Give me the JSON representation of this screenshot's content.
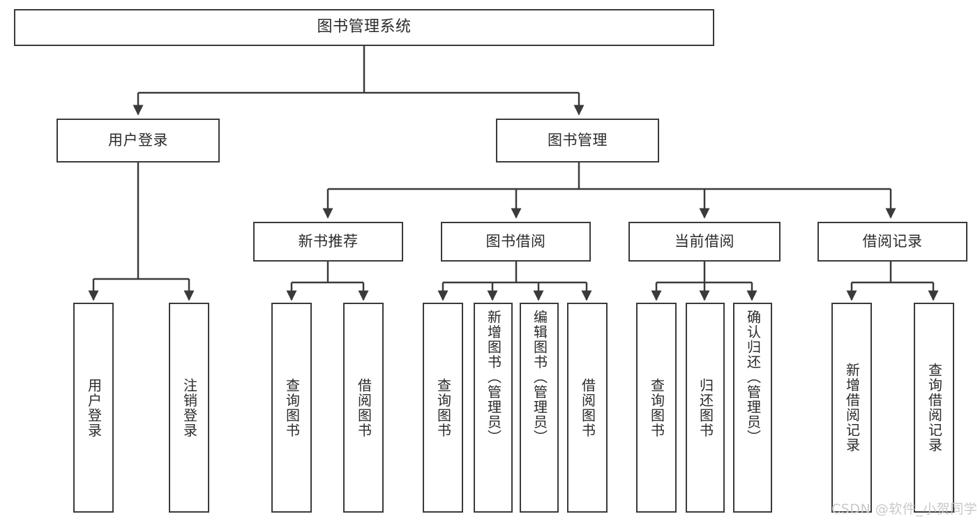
{
  "diagram": {
    "title": "图书管理系统 功能结构图",
    "type": "tree-hierarchy",
    "stroke_color": "#3a3a3a",
    "text_color": "#2b2b2b",
    "background_color": "#ffffff",
    "watermark_color": "#c9c9c9"
  },
  "root": {
    "label": "图书管理系统"
  },
  "level2": [
    {
      "label": "用户登录"
    },
    {
      "label": "图书管理"
    }
  ],
  "level3": [
    {
      "label": "新书推荐"
    },
    {
      "label": "图书借阅"
    },
    {
      "label": "当前借阅"
    },
    {
      "label": "借阅记录"
    }
  ],
  "leaves": {
    "user_login": [
      {
        "label": "用户登录"
      },
      {
        "label": "注销登录"
      }
    ],
    "new_book_recommend": [
      {
        "label": "查询图书"
      },
      {
        "label": "借阅图书"
      }
    ],
    "book_borrow": [
      {
        "label": "查询图书"
      },
      {
        "label": "新增图书（管理员）"
      },
      {
        "label": "编辑图书（管理员）"
      },
      {
        "label": "借阅图书"
      }
    ],
    "current_borrow": [
      {
        "label": "查询图书"
      },
      {
        "label": "归还图书"
      },
      {
        "label": "确认归还（管理员）"
      }
    ],
    "borrow_record": [
      {
        "label": "新增借阅记录"
      },
      {
        "label": "查询借阅记录"
      }
    ]
  },
  "watermark": {
    "text": "CSDN @软件_小贺同学"
  }
}
